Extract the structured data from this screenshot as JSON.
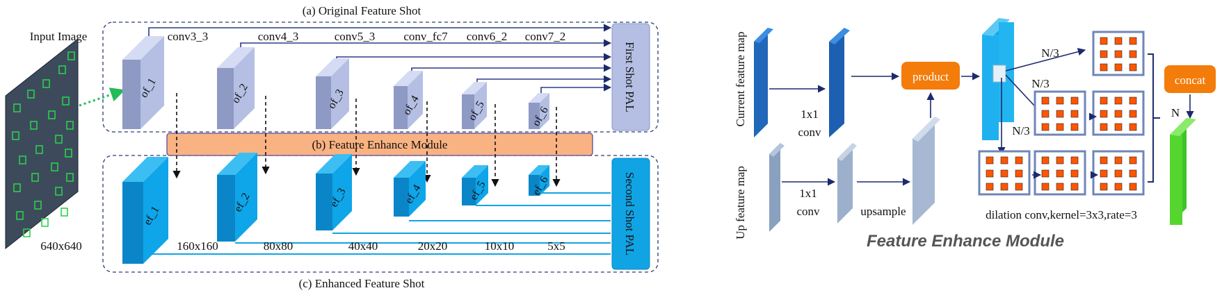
{
  "left": {
    "caption_top": "(a) Original Feature Shot",
    "caption_mid": "(b) Feature Enhance Module",
    "caption_bottom": "(c) Enhanced Feature Shot",
    "input_label": "Input Image",
    "input_size": "640x640",
    "first_pal": "First Shot PAL",
    "second_pal": "Second Shot PAL",
    "layers": [
      "conv3_3",
      "conv4_3",
      "conv5_3",
      "conv_fc7",
      "conv6_2",
      "conv7_2"
    ],
    "of_labels": [
      "of_1",
      "of_2",
      "of_3",
      "of_4",
      "of_5",
      "of_6"
    ],
    "ef_labels": [
      "ef_1",
      "ef_2",
      "ef_3",
      "ef_4",
      "ef_5",
      "ef_6"
    ],
    "sizes": [
      "160x160",
      "80x80",
      "40x40",
      "20x20",
      "10x10",
      "5x5"
    ]
  },
  "right": {
    "title": "Feature Enhance Module",
    "current_map": "Current feature map",
    "up_map": "Up feature map",
    "conv1_a": "1x1",
    "conv1_b": "conv",
    "conv2_a": "1x1",
    "conv2_b": "conv",
    "upsample": "upsample",
    "product": "product",
    "concat": "concat",
    "n3_a": "N/3",
    "n3_b": "N/3",
    "n3_c": "N/3",
    "n": "N",
    "dilation": "dilation conv,kernel=3x3,rate=3"
  },
  "colors": {
    "of_face": "#b4bfe3",
    "of_side": "#8e99c4",
    "ef_face": "#0ea5e9",
    "ef_side": "#0a86c8",
    "fem_fill": "#f9b281",
    "pal_first": "#b4bfe3",
    "pal_second": "#10a4e4",
    "orange": "#f47c0b",
    "dark_blue": "#1d5fb1",
    "green": "#54d62f",
    "grid_square": "#ff5500",
    "arrow": "#1d2a6e"
  }
}
